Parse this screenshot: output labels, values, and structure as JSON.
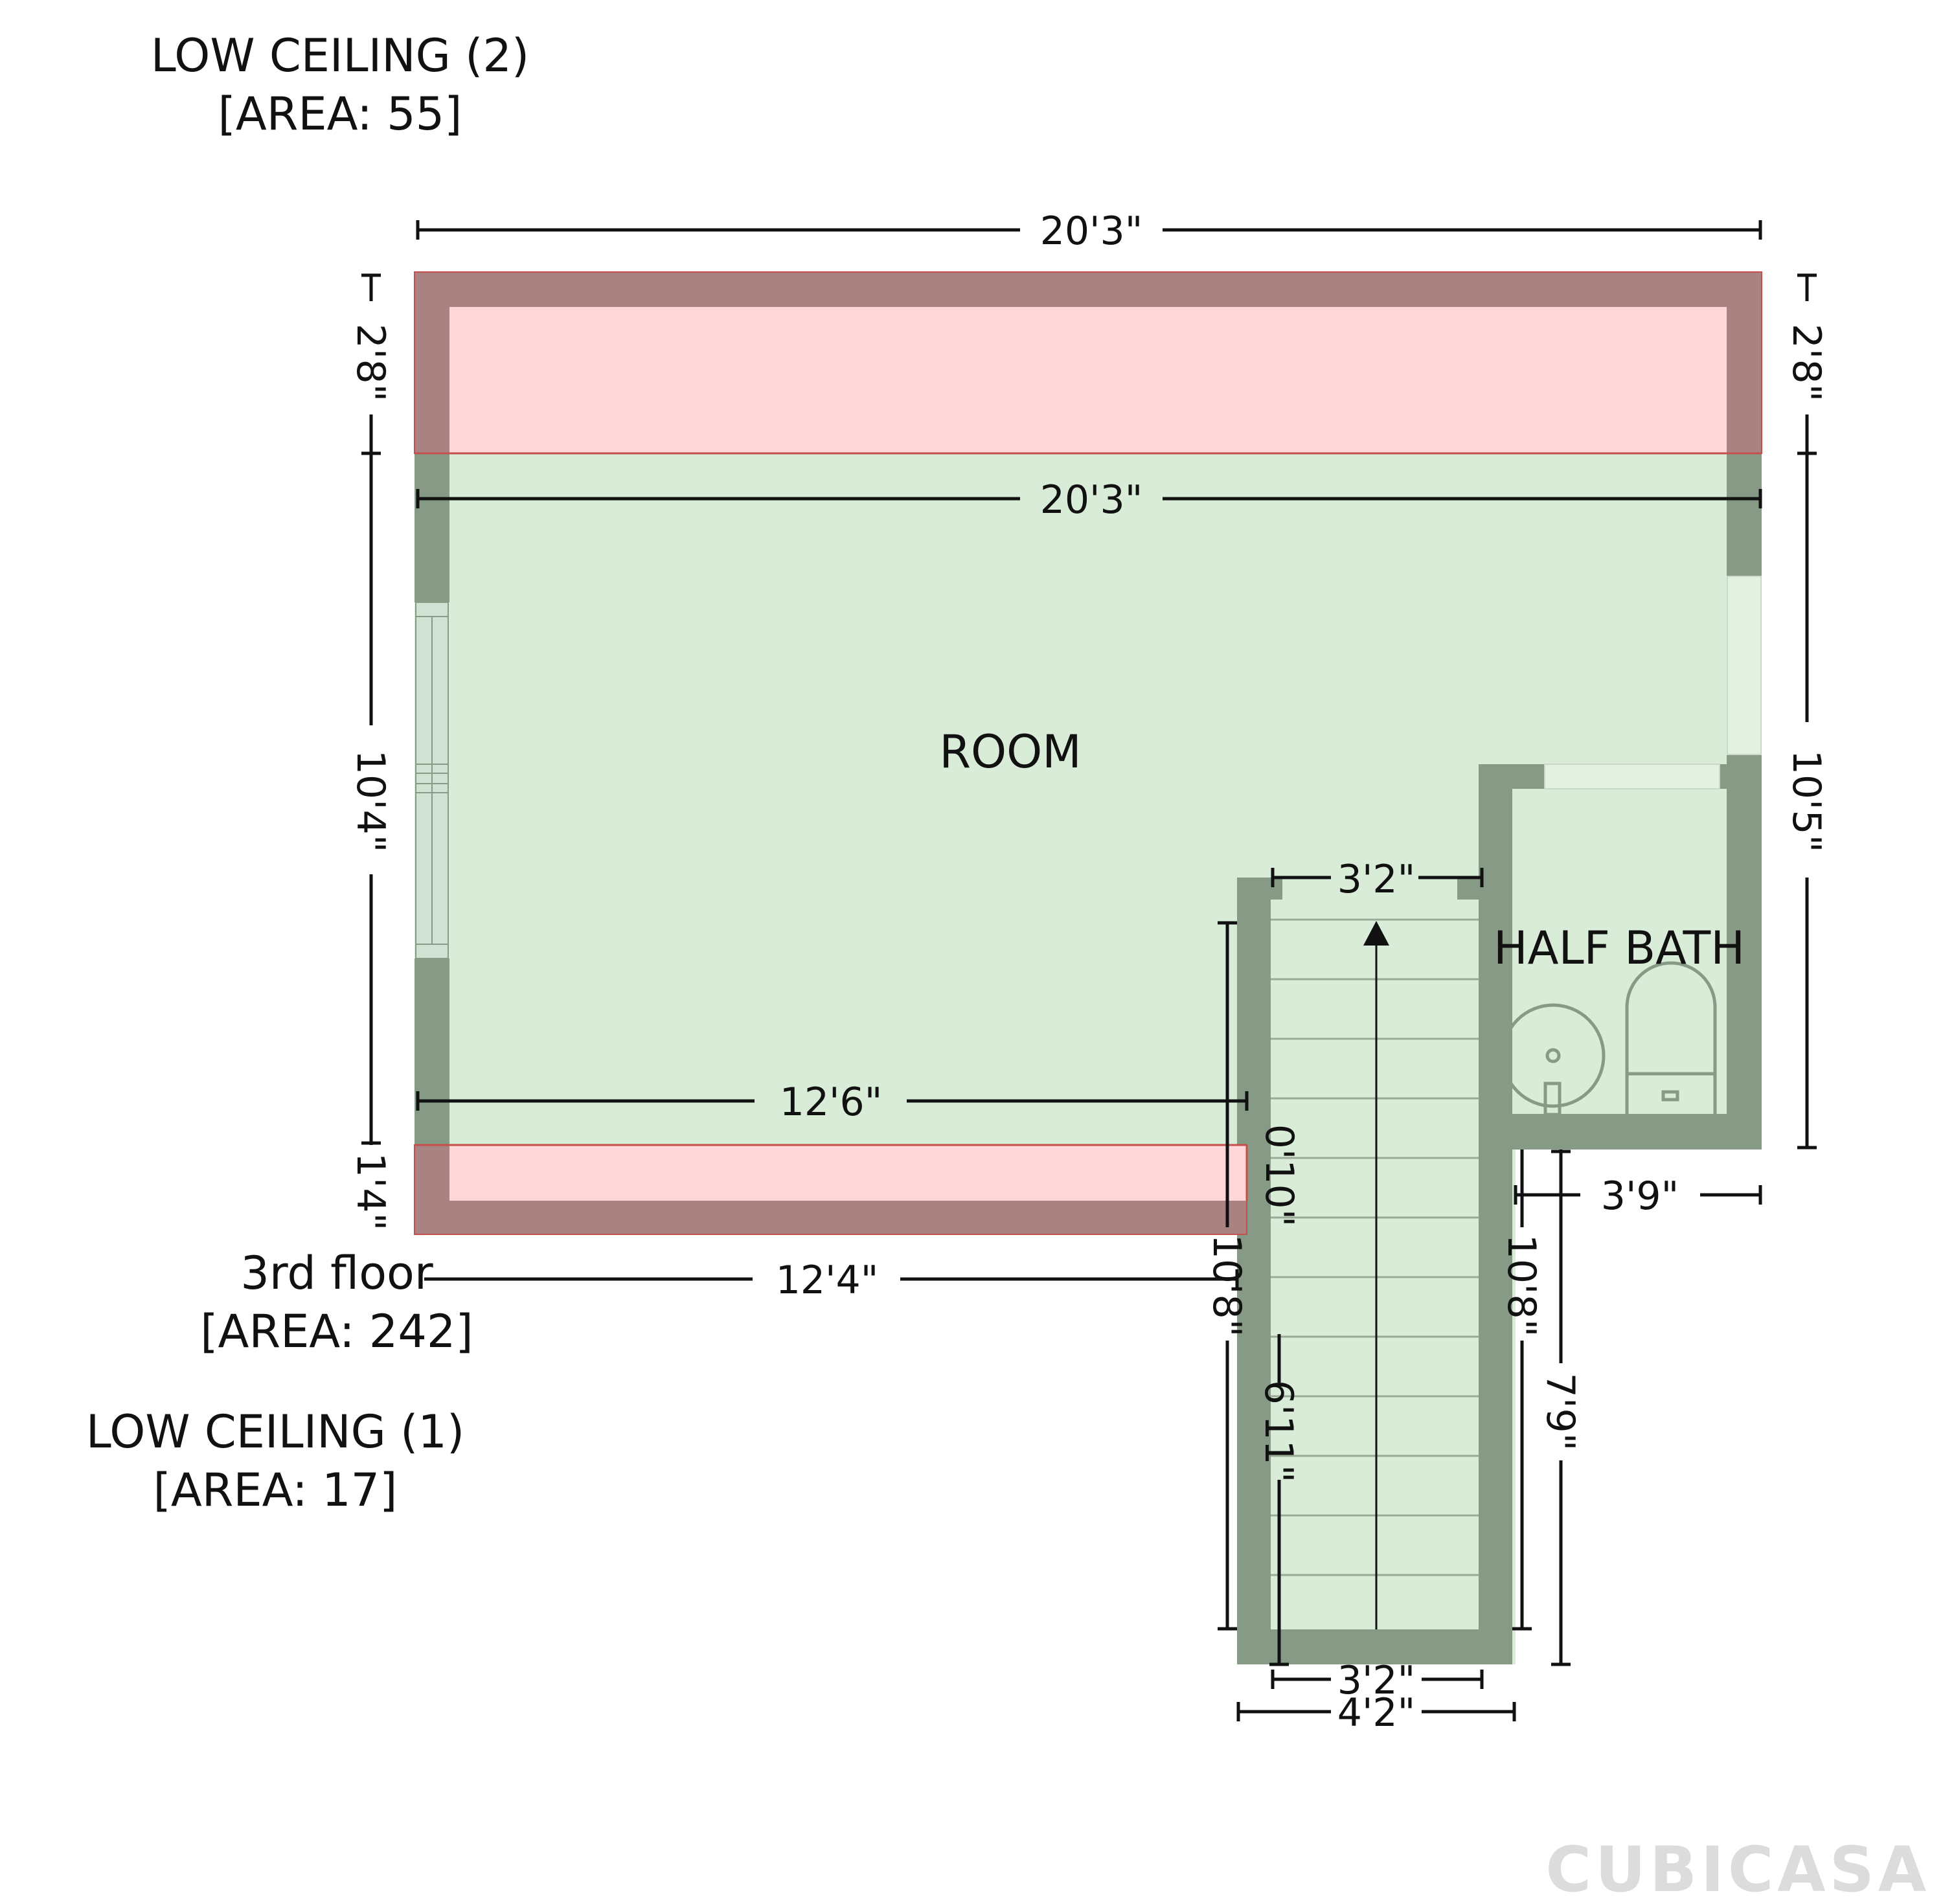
{
  "labels": {
    "low_ceiling_2": "LOW CEILING (2)",
    "low_ceiling_2_area": "[AREA: 55]",
    "room": "ROOM",
    "half_bath": "HALF BATH",
    "floor": "3rd floor",
    "floor_area": "[AREA: 242]",
    "low_ceiling_1": "LOW CEILING (1)",
    "low_ceiling_1_area": "[AREA: 17]",
    "brand": "CUBICASA"
  },
  "dims": {
    "top_width": "20'3\"",
    "room_width": "20'3\"",
    "left_top": "2'8\"",
    "right_top": "2'8\"",
    "left_room": "10'4\"",
    "right_room": "10'5\"",
    "left_bottom": "1'4\"",
    "room_lower": "12'6\"",
    "bottom_left": "12'4\"",
    "stair_top": "3'2\"",
    "stair_offset": "0'10\"",
    "stair_left": "10'8\"",
    "stair_run": "6'11\"",
    "stair_right": "10'8\"",
    "bath_width": "3'9\"",
    "bath_side": "7'9\"",
    "stair_bottom_inner": "3'2\"",
    "stair_bottom_outer": "4'2\""
  },
  "colors": {
    "floor_fill": "#d9ecd8",
    "low_ceiling_fill": "#ffd7d9",
    "wall": "#879a85",
    "wall_low_ceiling": "#a98282",
    "low_ceiling_border": "#c4504e",
    "dimension_line": "#111111",
    "fixture": "#879a85",
    "brand": "#dcdcdc"
  }
}
